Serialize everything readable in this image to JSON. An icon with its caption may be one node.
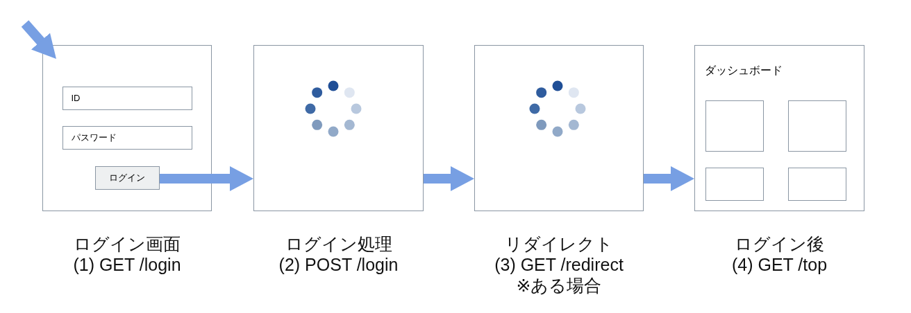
{
  "diagram": {
    "nodes": [
      {
        "text": [],
        "shape": "box",
        "beside": [
          "ログイン画面",
          "(1) GET /login"
        ]
      },
      {
        "text": [
          "ID"
        ],
        "in": 0
      },
      {
        "text": [
          "パスワード"
        ],
        "in": 0
      },
      {
        "text": [
          "ログイン"
        ],
        "in": 0
      },
      {
        "text": [],
        "shape": "box",
        "beside": [
          "ログイン処理",
          "(2) POST /login"
        ]
      },
      {
        "text": [],
        "shape": "box",
        "beside": [
          "リダイレクト",
          "(3) GET /redirect",
          "※ある場合"
        ]
      },
      {
        "text": [
          "ダッシュボード"
        ],
        "beside": [
          "ログイン後",
          "(4) GET /top"
        ]
      },
      {
        "text": [],
        "shape": "box",
        "in": 6
      },
      {
        "text": [],
        "shape": "box",
        "in": 6
      },
      {
        "text": [],
        "shape": "box",
        "in": 6
      },
      {
        "text": [],
        "shape": "box",
        "in": 6
      }
    ],
    "edges": [
      {
        "from": null,
        "to": 0,
        "arrow": "to"
      },
      {
        "from": 3,
        "to": 4,
        "arrow": "to"
      },
      {
        "from": 4,
        "to": 5,
        "arrow": "to"
      },
      {
        "from": 5,
        "to": 6,
        "arrow": "to"
      }
    ]
  }
}
